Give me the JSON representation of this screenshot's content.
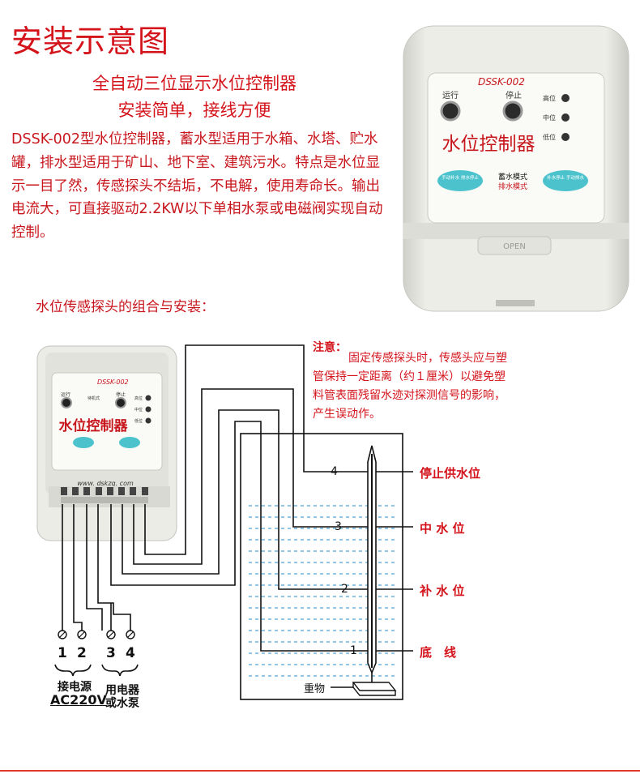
{
  "title": "安装示意图",
  "subtitle_1": "全自动三位显示水位控制器",
  "subtitle_2": "安装简单，接线方便",
  "description": "DSSK-002型水位控制器，蓄水型适用于水箱、水塔、贮水罐，排水型适用于矿山、地下室、建筑污水。特点是水位显示一目了然，传感探头不结垢，不电解，使用寿命长。输出电流大，可直接驱动2.2KW以下单相水泵或电磁阀实现自动控制。",
  "combo_heading": "水位传感探头的组合与安装：",
  "product_photo": {
    "model": "DSSK-002",
    "run_label": "运行",
    "stop_label": "停止",
    "name": "水位控制器",
    "level_labels": [
      "高位",
      "中位",
      "低位"
    ],
    "mode_store": "蓄水模式",
    "mode_drain": "排水模式",
    "btn_left": "手动补水 排水停止",
    "btn_right": "补水停止 手动排水",
    "open_label": "OPEN"
  },
  "diagram_device": {
    "model": "DSSK-002",
    "run_label": "运行",
    "mode_label": "待机式",
    "stop_label": "停止",
    "name": "水位控制器",
    "level_labels": [
      "高位",
      "中位",
      "低位"
    ],
    "website": "www. dskzq. com"
  },
  "note_title": "注意：",
  "note_text": "固定传感探头时，传感头应与塑管保持一定距离（约１厘米）以避免塑料管表面残留水迹对探测信号的影响，产生误动作。",
  "probe_numbers": [
    "4",
    "3",
    "2",
    "1"
  ],
  "level_labels": [
    "停止供水位",
    "中 水 位",
    "补 水 位",
    "底　线"
  ],
  "weight_label": "重物",
  "terminal_numbers": [
    "1",
    "2",
    "3",
    "4"
  ],
  "power_label_1": "接电源",
  "power_label_2": "AC220V",
  "load_label_1": "用电器",
  "load_label_2": "或水泵",
  "colors": {
    "red": "#d4131b",
    "teal": "#4cc3cc",
    "device": "#e7e8e2"
  }
}
